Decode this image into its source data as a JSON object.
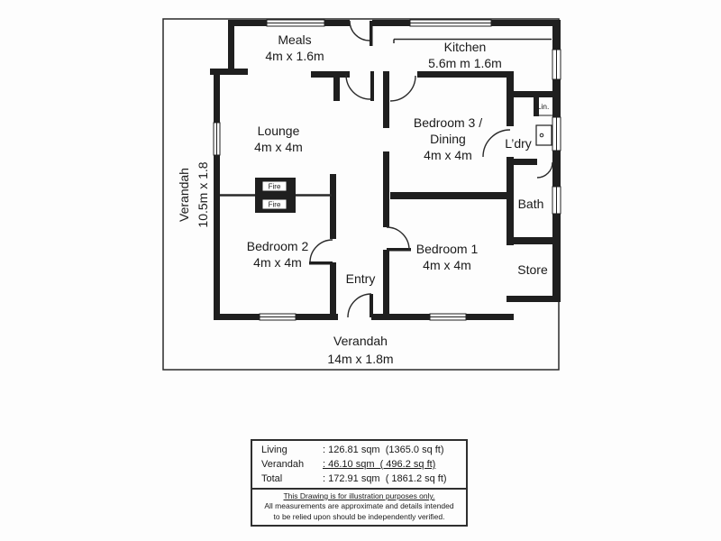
{
  "colors": {
    "wall": "#1f1f1f",
    "background": "#fdfdfd",
    "text": "#1a1a1a"
  },
  "plan": {
    "rooms": {
      "meals": {
        "name": "Meals",
        "dims": "4m x 1.6m"
      },
      "kitchen": {
        "name": "Kitchen",
        "dims": "5.6m m 1.6m"
      },
      "lounge": {
        "name": "Lounge",
        "dims": "4m x 4m"
      },
      "bedroom3_dining": {
        "line1": "Bedroom 3 /",
        "line2": "Dining",
        "dims": "4m x 4m"
      },
      "bedroom2": {
        "name": "Bedroom 2",
        "dims": "4m x 4m"
      },
      "bedroom1": {
        "name": "Bedroom 1",
        "dims": "4m x 4m"
      },
      "entry": {
        "name": "Entry"
      },
      "laundry": {
        "name": "L’dry"
      },
      "linen": {
        "name": "Lin."
      },
      "bath": {
        "name": "Bath"
      },
      "store": {
        "name": "Store"
      },
      "verandah_side": {
        "name": "Verandah",
        "dims": "10.5m x 1.8"
      },
      "verandah_front": {
        "name": "Verandah",
        "dims": "14m x 1.8m"
      }
    },
    "fireplace": {
      "label": "Fire"
    }
  },
  "legend": {
    "rows": [
      {
        "label": "Living",
        "value": ": 126.81 sqm  (1365.0 sq ft)"
      },
      {
        "label": "Verandah",
        "value": ": 46.10 sqm  ( 496.2 sq ft)"
      },
      {
        "label": "Total",
        "value": ": 172.91 sqm  ( 1861.2 sq ft)"
      }
    ]
  },
  "disclaimer": {
    "lines": [
      "This Drawing is for illustration purposes only.",
      "All measurements are approximate and details intended",
      "to be relied upon should be independently verified."
    ]
  }
}
